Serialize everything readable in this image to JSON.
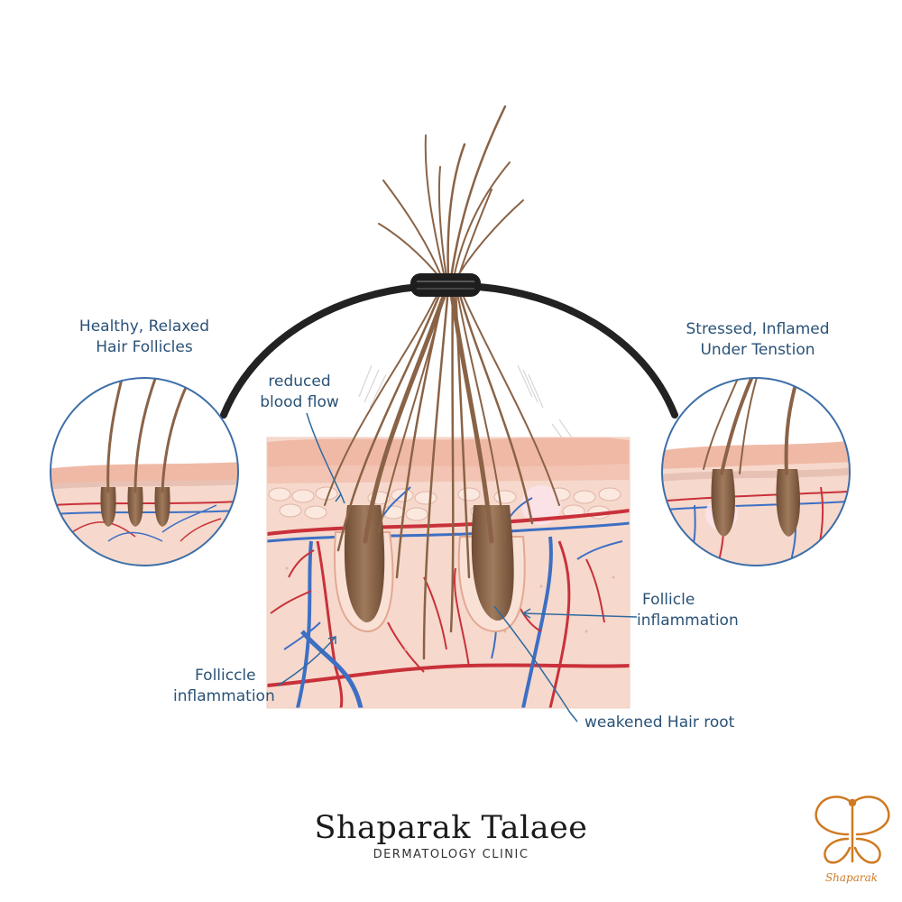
{
  "labels": {
    "healthy": [
      "Healthy, Relaxed",
      "Hair Follicles"
    ],
    "stressed": [
      "Stressed, Inflamed",
      "Under Tenstion"
    ],
    "reduced_blood_flow": [
      "reduced",
      "blood flow"
    ],
    "follicle_inflammation_right": [
      "Follicle",
      "inflammation"
    ],
    "follicle_inflammation_left": [
      "Folliccle",
      "inflammation"
    ],
    "weakened_root": "weakened Hair root"
  },
  "branding": {
    "clinic_name": "Shaparak Talaee",
    "clinic_subtitle": "DERMATOLOGY CLINIC",
    "logo_text": "Shaparak"
  },
  "colors": {
    "hair": "#8a6346",
    "skin": "#f6d9cc",
    "epidermis": "#f0b9a6",
    "artery": "#c9313a",
    "vein": "#3d6fc4",
    "label_text": "#2a5277",
    "tie": "#1e1e1e",
    "logo": "#cf7a22"
  },
  "icons": [
    "hair-tie-icon",
    "butterfly-logo-icon"
  ]
}
